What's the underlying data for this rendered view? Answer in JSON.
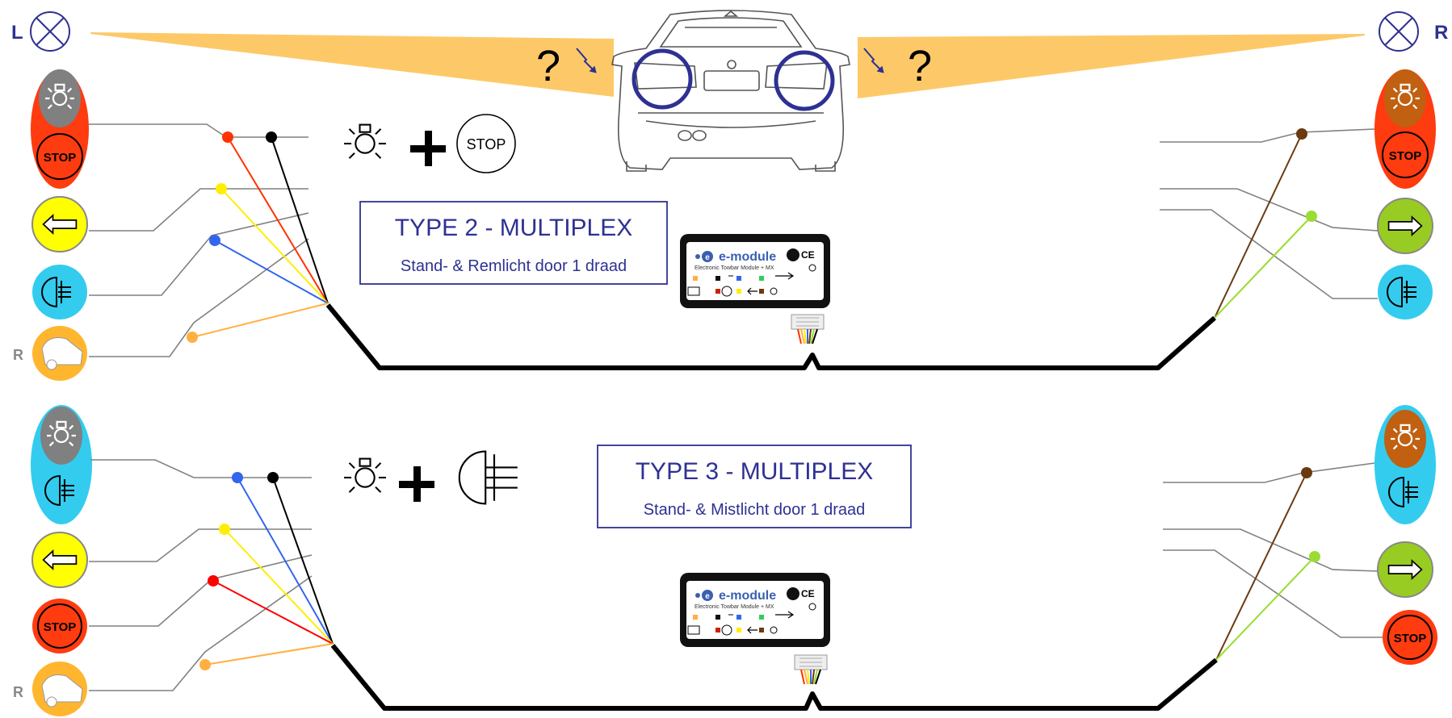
{
  "header": {
    "left_letter": "L",
    "right_letter": "R",
    "question_mark": "?"
  },
  "labels": {
    "reverse": "R",
    "stop": "STOP"
  },
  "type2": {
    "title": "TYPE 2  - MULTIPLEX",
    "subtitle": "Stand- & Remlicht door 1 draad"
  },
  "type3": {
    "title": "TYPE 3  - MULTIPLEX",
    "subtitle": "Stand- & Mistlicht door 1 draad"
  },
  "module": {
    "brand": "e-module",
    "line1": "Electronic Towbar Module + MX",
    "ce": "CE"
  },
  "icons": {
    "tail": "tail-light-icon",
    "stop": "stop-light-icon",
    "left": "left-indicator-icon",
    "right": "right-indicator-icon",
    "fog": "fog-light-icon",
    "reverse": "reverse-light-icon",
    "bulb": "bulb-crossed-icon"
  },
  "colors": {
    "red": "#ff3b10",
    "yellow": "#ffff00",
    "blue": "#33ccee",
    "orange": "#ffb62e",
    "green": "#99cc22",
    "grey": "#808080",
    "brown": "#c06010",
    "navy": "#2e3192",
    "beam": "#fdc968",
    "wire_red": "#ff3300",
    "wire_yellow": "#ffee00",
    "wire_blue": "#3366ee",
    "wire_orange": "#ffb040",
    "wire_brown": "#6b3a10",
    "wire_green": "#99dd33"
  }
}
